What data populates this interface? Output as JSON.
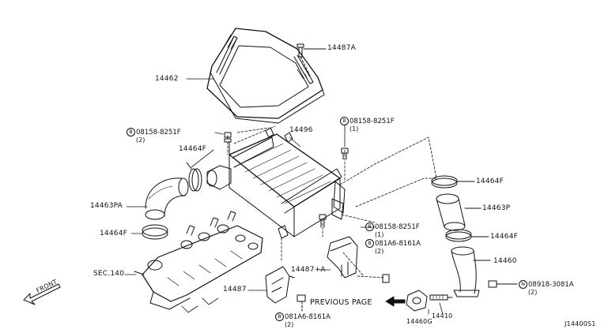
{
  "parts": {
    "p14487A": "14487A",
    "p14462": "14462",
    "p14496": "14496",
    "p14464F_a": "14464F",
    "p14463PA": "14463PA",
    "p14464F_b": "14464F",
    "sec140": "SEC.140",
    "p14464F_c": "14464F",
    "p14463P": "14463P",
    "p14464F_d": "14464F",
    "p14460": "14460",
    "p14487plusA": "14487+A",
    "p14487": "14487",
    "p14460G": "14460G",
    "p14410": "14410",
    "code": "J14400S1"
  },
  "bolts": {
    "b1": {
      "mark": "B",
      "part": "08158-8251F",
      "qty": "(2)"
    },
    "b2": {
      "mark": "B",
      "part": "08158-8251F",
      "qty": "(1)"
    },
    "b3": {
      "mark": "B",
      "part": "08158-8251F",
      "qty": "(1)"
    },
    "b4": {
      "mark": "B",
      "part": "081A6-8161A",
      "qty": "(2)"
    },
    "b5": {
      "mark": "N",
      "part": "08918-3081A",
      "qty": "(2)"
    },
    "b6": {
      "mark": "B",
      "part": "081A6-8161A",
      "qty": "(2)"
    }
  },
  "nav": {
    "previous_page": "PREVIOUS PAGE",
    "front": "FRONT"
  }
}
